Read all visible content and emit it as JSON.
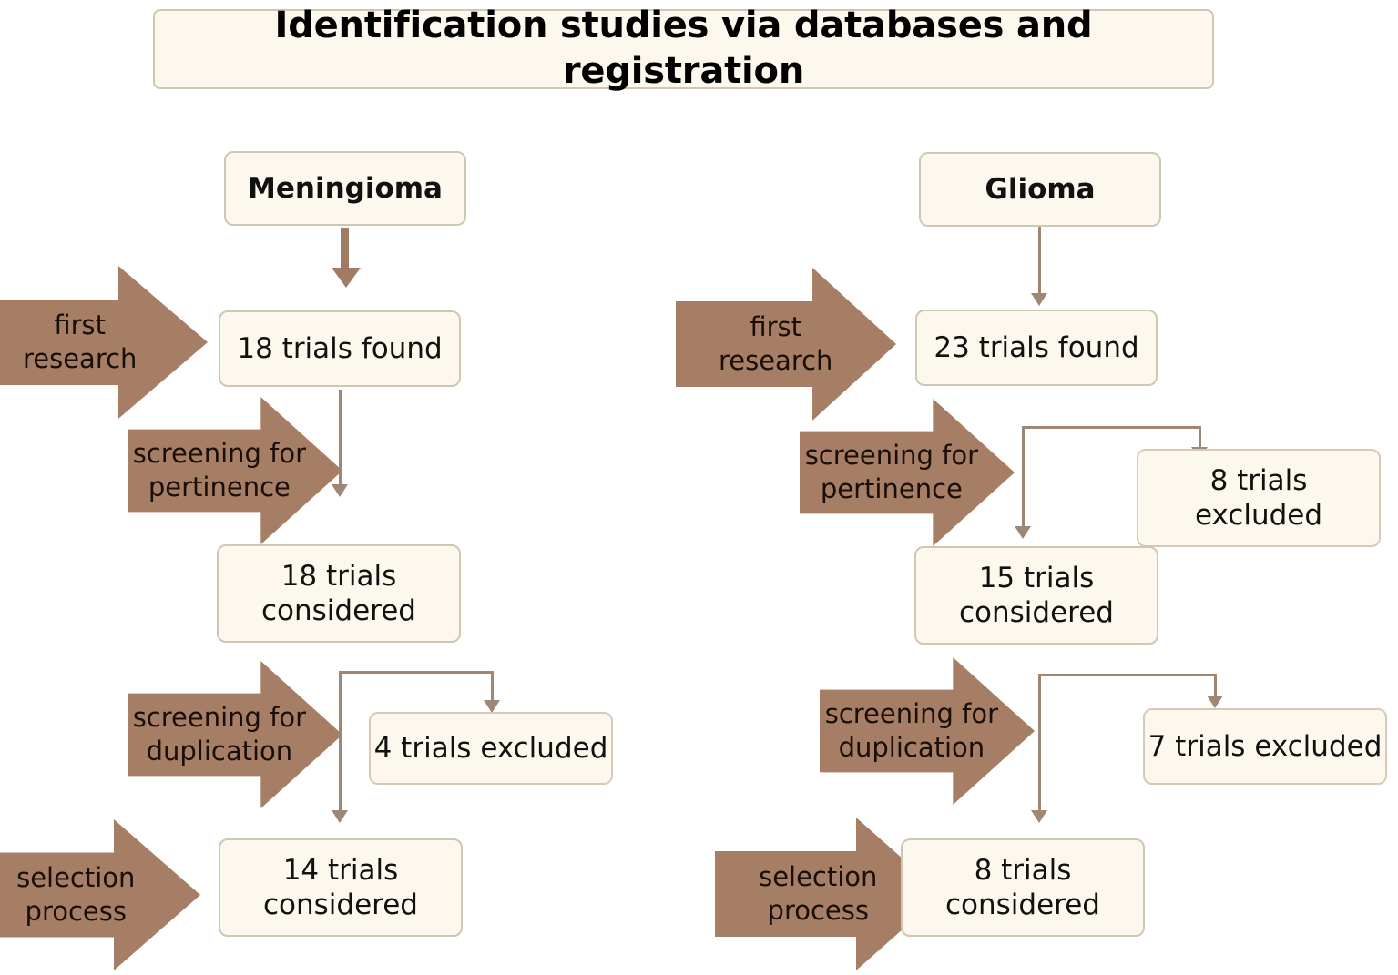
{
  "title": "Identification studies via databases and registration",
  "colors": {
    "arrow_brown": "#A67E65",
    "box_fill": "#FCF8EE",
    "box_border": "#CFC6B4",
    "connector": "#9E8775",
    "text": "#111111",
    "background": "#FFFFFF"
  },
  "columns": [
    {
      "key": "meningioma",
      "heading": "Meningioma",
      "found": "18 trials found",
      "processes": {
        "first_research": "first\nresearch",
        "screening_pertinence": "screening for\npertinence",
        "screening_duplication": "screening for\nduplication",
        "selection_process": "selection\nprocess"
      },
      "considered_after_pertinence": "18 trials\nconsidered",
      "excluded_pertinence": "",
      "excluded_duplication": "4 trials excluded",
      "considered_final": "14 trials\nconsidered"
    },
    {
      "key": "glioma",
      "heading": "Glioma",
      "found": "23 trials found",
      "processes": {
        "first_research": "first\nresearch",
        "screening_pertinence": "screening for\npertinence",
        "screening_duplication": "screening for\nduplication",
        "selection_process": "selection\nprocess"
      },
      "considered_after_pertinence": "15 trials\nconsidered",
      "excluded_pertinence": "8 trials\nexcluded",
      "excluded_duplication": "7 trials excluded",
      "considered_final": "8 trials\nconsidered"
    }
  ],
  "chart_data": {
    "type": "diagram",
    "title": "Identification studies via databases and registration",
    "flow": [
      {
        "branch": "Meningioma",
        "steps": [
          {
            "stage": "first research",
            "node": "18 trials found",
            "value": 18
          },
          {
            "stage": "screening for pertinence",
            "node": "18 trials considered",
            "value": 18,
            "excluded": 0
          },
          {
            "stage": "screening for duplication",
            "node": "14 trials considered",
            "value": 14,
            "excluded": 4,
            "excluded_label": "4 trials excluded"
          },
          {
            "stage": "selection process",
            "node": "14 trials considered",
            "value": 14
          }
        ]
      },
      {
        "branch": "Glioma",
        "steps": [
          {
            "stage": "first research",
            "node": "23 trials found",
            "value": 23
          },
          {
            "stage": "screening for pertinence",
            "node": "15 trials considered",
            "value": 15,
            "excluded": 8,
            "excluded_label": "8 trials excluded"
          },
          {
            "stage": "screening for duplication",
            "node": "8 trials considered",
            "value": 8,
            "excluded": 7,
            "excluded_label": "7 trials excluded"
          },
          {
            "stage": "selection process",
            "node": "8 trials considered",
            "value": 8
          }
        ]
      }
    ]
  }
}
